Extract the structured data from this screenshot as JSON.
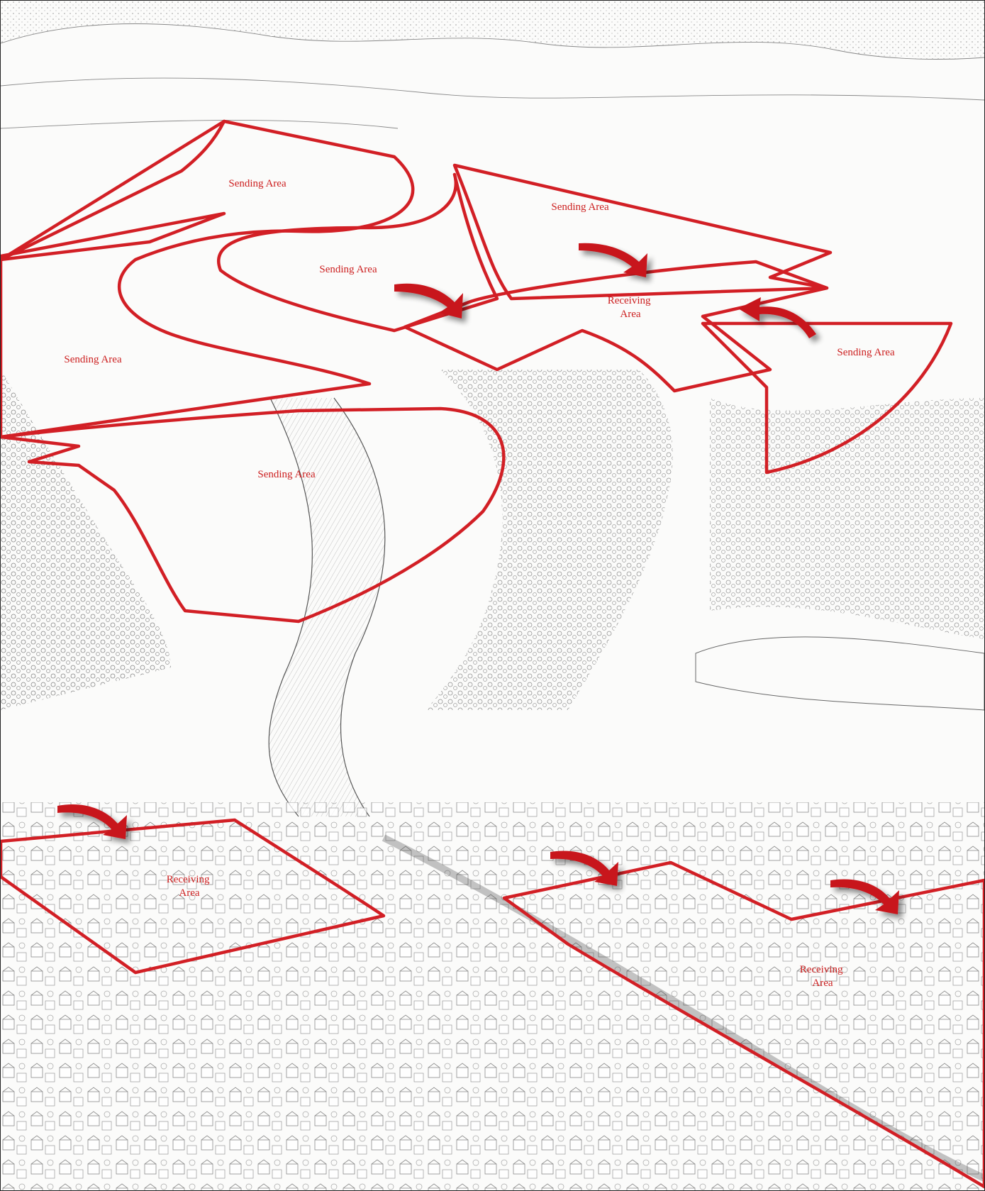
{
  "colors": {
    "boundary": "#d21f25",
    "arrow": "#c8181e",
    "label": "#cc1f1f",
    "ink": "#555555",
    "paper": "#fbfbfa"
  },
  "zones": [
    {
      "id": "sa-1",
      "kind": "sending",
      "label": "Sending Area"
    },
    {
      "id": "sa-2",
      "kind": "sending",
      "label": "Sending Area"
    },
    {
      "id": "sa-3",
      "kind": "sending",
      "label": "Sending Area"
    },
    {
      "id": "sa-4",
      "kind": "sending",
      "label": "Sending Area"
    },
    {
      "id": "sa-5",
      "kind": "sending",
      "label": "Sending Area"
    },
    {
      "id": "sa-6",
      "kind": "sending",
      "label": "Sending Area"
    },
    {
      "id": "ra-1",
      "kind": "receiving",
      "label_lines": [
        "Receiving",
        "Area"
      ]
    },
    {
      "id": "ra-2",
      "kind": "receiving",
      "label_lines": [
        "Receiving",
        "Area"
      ]
    },
    {
      "id": "ra-3",
      "kind": "receiving",
      "label_lines": [
        "Receiving",
        "Area"
      ]
    }
  ],
  "arrows": [
    {
      "id": "arrow-1",
      "icon": "curved-arrow-icon"
    },
    {
      "id": "arrow-2",
      "icon": "curved-arrow-icon"
    },
    {
      "id": "arrow-3",
      "icon": "curved-arrow-icon"
    },
    {
      "id": "arrow-4",
      "icon": "curved-arrow-icon"
    },
    {
      "id": "arrow-5",
      "icon": "curved-arrow-icon"
    },
    {
      "id": "arrow-6",
      "icon": "curved-arrow-icon"
    }
  ]
}
